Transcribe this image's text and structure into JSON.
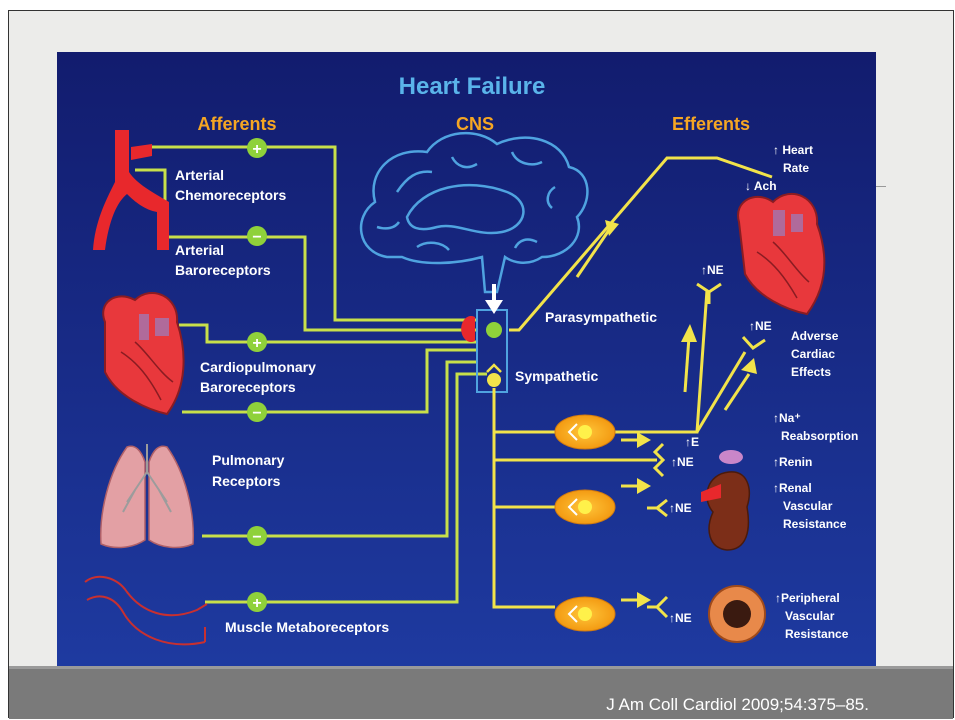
{
  "title": "Heart Failure",
  "headings": {
    "afferents": "Afferents",
    "cns": "CNS",
    "efferents": "Efferents"
  },
  "afferent_labels": {
    "arterial_chemo_1": "Arterial",
    "arterial_chemo_2": "Chemoreceptors",
    "arterial_baro_1": "Arterial",
    "arterial_baro_2": "Baroreceptors",
    "cardiopulm_1": "Cardiopulmonary",
    "cardiopulm_2": "Baroreceptors",
    "pulmonary_1": "Pulmonary",
    "pulmonary_2": "Receptors",
    "muscle": "Muscle Metaboreceptors"
  },
  "pathway_labels": {
    "parasympathetic": "Parasympathetic",
    "sympathetic": "Sympathetic"
  },
  "efferent_labels": {
    "heart_rate_1": "↑ Heart",
    "heart_rate_2": "Rate",
    "ach": "↓ Ach",
    "ne_top": "↑NE",
    "ne_mid": "↑NE",
    "adverse_1": "Adverse",
    "adverse_2": "Cardiac",
    "adverse_3": "Effects",
    "na_1": "↑Na⁺",
    "na_2": "Reabsorption",
    "e": "↑E",
    "ne_adrenal": "↑NE",
    "renin": "↑Renin",
    "renal_1": "↑Renal",
    "renal_2": "Vascular",
    "renal_3": "Resistance",
    "ne_kidney": "↑NE",
    "ne_vessel": "↑NE",
    "periph_1": "↑Peripheral",
    "periph_2": "Vascular",
    "periph_3": "Resistance"
  },
  "signs": {
    "plus": "+",
    "minus": "−"
  },
  "citation": "J Am Coll Cardiol 2009;54:375–85.",
  "colors": {
    "background": "#1b2a86",
    "nerve": "#c8e04a",
    "efferent": "#f2e34a",
    "heading": "#f5a623",
    "title": "#5ab4ea",
    "node": "#8fd13a"
  }
}
